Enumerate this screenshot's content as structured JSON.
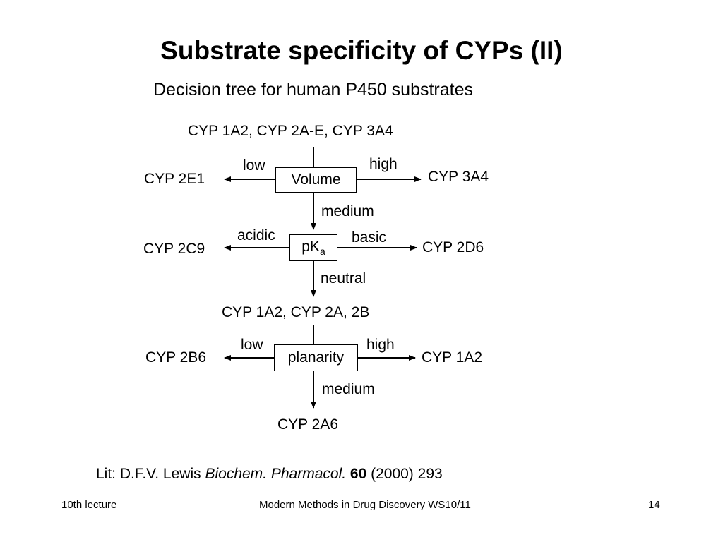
{
  "slide": {
    "title": "Substrate specificity of CYPs (II)",
    "subtitle": "Decision tree for human P450 substrates"
  },
  "tree": {
    "top_label": "CYP 1A2, CYP 2A-E, CYP 3A4",
    "node1": {
      "box": "Volume",
      "left_edge": "low",
      "right_edge": "high",
      "down_edge": "medium",
      "left_result": "CYP 2E1",
      "right_result": "CYP 3A4"
    },
    "node2": {
      "box": "pK",
      "box_sub": "a",
      "left_edge": "acidic",
      "right_edge": "basic",
      "down_edge": "neutral",
      "left_result": "CYP 2C9",
      "right_result": "CYP 2D6"
    },
    "mid_label": "CYP 1A2, CYP 2A, 2B",
    "node3": {
      "box": "planarity",
      "left_edge": "low",
      "right_edge": "high",
      "down_edge": "medium",
      "left_result": "CYP 2B6",
      "right_result": "CYP 1A2"
    },
    "bottom_label": "CYP 2A6"
  },
  "reference": {
    "prefix": "Lit: D.F.V. Lewis ",
    "journal": "Biochem. Pharmacol.",
    "volume": "60",
    "rest": " (2000) 293"
  },
  "footer": {
    "left": "10th lecture",
    "center": "Modern Methods in Drug Discovery WS10/11",
    "right": "14"
  }
}
